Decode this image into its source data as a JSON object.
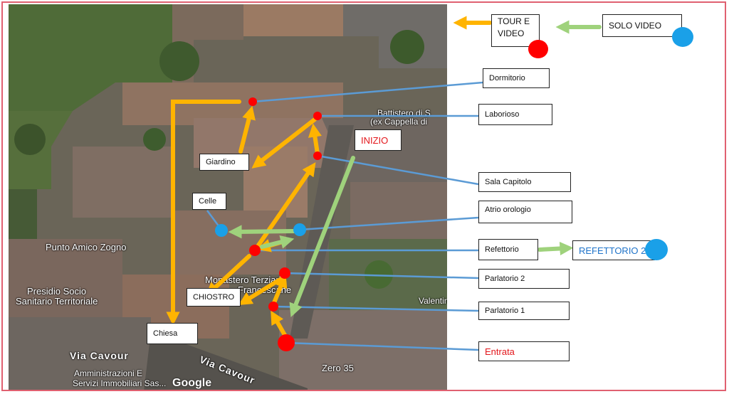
{
  "legend": {
    "tour_video": "TOUR E\nVIDEO",
    "solo_video": "SOLO VIDEO"
  },
  "labels": {
    "dormitorio": "Dormitorio",
    "laborioso": "Laborioso",
    "inizio": "INIZIO",
    "sala_capitolo": "Sala Capitolo",
    "atrio_orologio": "Atrio orologio",
    "refettorio": "Refettorio",
    "refettorio_2": "REFETTORIO 2",
    "parlatorio_2": "Parlatorio 2",
    "parlatorio_1": "Parlatorio 1",
    "entrata": "Entrata",
    "giardino": "Giardino",
    "celle": "Celle",
    "chiostro": "CHIOSTRO",
    "chiesa": "Chiesa"
  },
  "map_labels": {
    "battistero": "Battistero di S",
    "battistero_2": "(ex Cappella di",
    "punto_amico": "Punto Amico Zogno",
    "presidio": "Presidio Socio",
    "presidio_2": "Sanitario Territoriale",
    "monastero": "Monastero Terziarie",
    "monastero_2": "Francescane",
    "via_cavour_1": "Via Cavour",
    "via_cavour_2": "Via Cavour",
    "amministrazioni": "Amministrazioni E",
    "amministrazioni_2": "Servizi Immobiliari Sas...",
    "zero35": "Zero 35",
    "valentin": "Valentin",
    "google": "Google"
  },
  "colors": {
    "arrow_yellow": "#ffb400",
    "arrow_green": "#9fd27c",
    "line_blue": "#5b9bd5",
    "dot_red": "#ff0000",
    "dot_blue": "#1aa0e8"
  }
}
